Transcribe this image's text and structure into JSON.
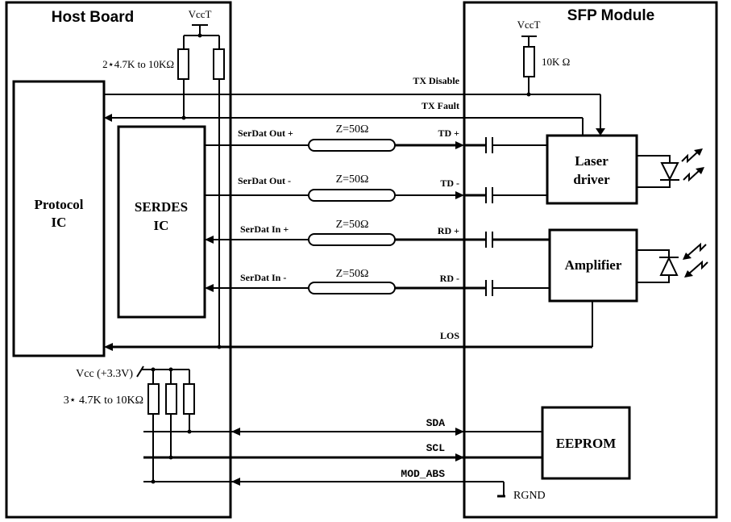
{
  "host_board": {
    "title": "Host Board",
    "vcct_label": "VccT",
    "pullup_label": "2⋆4.7K to 10KΩ",
    "protocol_ic": [
      "Protocol",
      "IC"
    ],
    "serdes_ic": [
      "SERDES",
      "IC"
    ],
    "vcc_label": "Vcc (+3.3V)",
    "pullup3_label": "3⋆ 4.7K to 10KΩ"
  },
  "sfp_module": {
    "title": "SFP Module",
    "vcct_label": "VccT",
    "res_label": "10K Ω",
    "laser_driver": [
      "Laser",
      "driver"
    ],
    "amplifier": "Amplifier",
    "eeprom": "EEPROM",
    "rgnd_label": "RGND"
  },
  "signals": {
    "tx_disable": "TX Disable",
    "tx_fault": "TX Fault",
    "serdat_out_p": "SerDat Out +",
    "serdat_out_n": "SerDat Out -",
    "serdat_in_p": "SerDat In +",
    "serdat_in_n": "SerDat In -",
    "td_p": "TD +",
    "td_n": "TD -",
    "rd_p": "RD +",
    "rd_n": "RD -",
    "los": "LOS",
    "sda": "SDA",
    "scl": "SCL",
    "mod_abs": "MOD_ABS",
    "impedance": "Z=50Ω"
  }
}
